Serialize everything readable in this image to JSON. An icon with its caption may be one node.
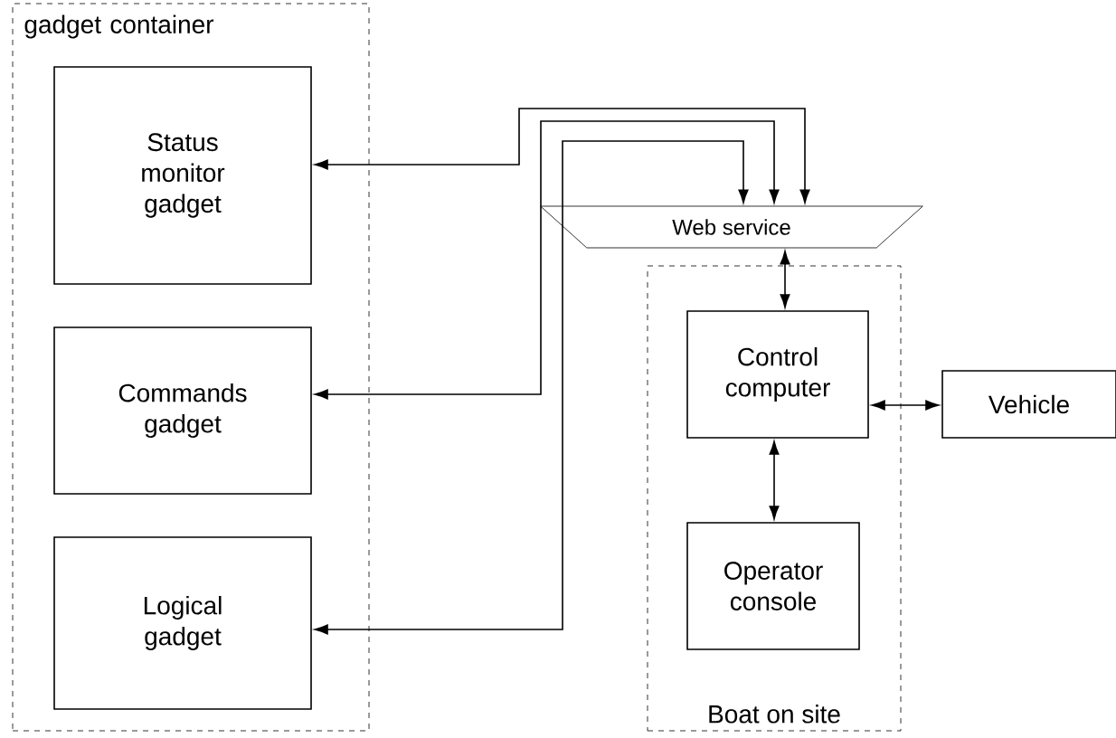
{
  "diagram": {
    "nodes": [
      {
        "text": [
          "gadget container"
        ]
      },
      {
        "text": [
          "Status monitor gadget"
        ],
        "in": 0
      },
      {
        "text": [
          "Commands gadget"
        ],
        "in": 0
      },
      {
        "text": [
          "Logical gadget"
        ],
        "in": 0
      },
      {
        "text": [
          "Web service"
        ]
      },
      {
        "text": [
          "Boat on site"
        ]
      },
      {
        "text": [
          "Control computer"
        ],
        "in": 5
      },
      {
        "text": [
          "Operator console"
        ],
        "in": 5
      },
      {
        "text": [
          "Vehicle"
        ]
      }
    ],
    "edges": [
      {
        "from": 1,
        "to": 4,
        "arrow": "both"
      },
      {
        "from": 2,
        "to": 4,
        "arrow": "both"
      },
      {
        "from": 3,
        "to": 4,
        "arrow": "both"
      },
      {
        "from": 4,
        "to": 6,
        "arrow": "both"
      },
      {
        "from": 6,
        "to": 8,
        "arrow": "both"
      },
      {
        "from": 6,
        "to": 7,
        "arrow": "both"
      }
    ]
  }
}
